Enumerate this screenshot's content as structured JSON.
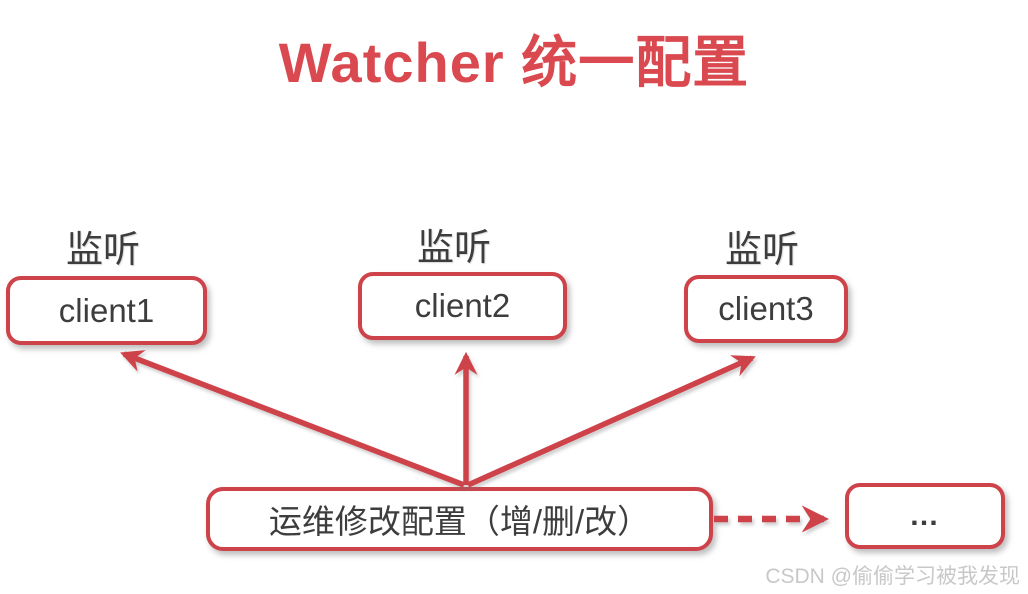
{
  "title": "Watcher 统一配置",
  "colors": {
    "title_red": "#D9494F",
    "accent_red": "#CE424A",
    "text_dark": "#3D3D3D",
    "watermark_gray": "#C8C8C8"
  },
  "clients": [
    {
      "label": "client1",
      "listen_label": "监听"
    },
    {
      "label": "client2",
      "listen_label": "监听"
    },
    {
      "label": "client3",
      "listen_label": "监听"
    }
  ],
  "source_box": {
    "label": "运维修改配置（增/删/改）"
  },
  "more_box": {
    "label": "…"
  },
  "watermark": "CSDN @偷偷学习被我发现"
}
